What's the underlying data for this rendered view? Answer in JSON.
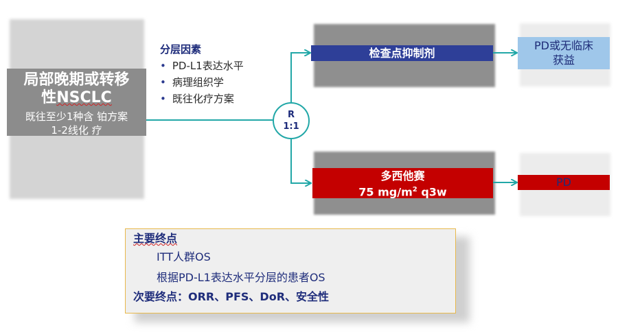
{
  "population": {
    "title_line1": "局部晚期或转移",
    "title_line2_prefix": "性",
    "title_line2_underlined": "NSCLC",
    "sub_line1": "既往至少1种含 铂方案",
    "sub_line2": "1-2线化 疗"
  },
  "stratification": {
    "title": "分层因素",
    "items": [
      "PD-L1表达水平",
      "病理组织学",
      "既往化疗方案"
    ]
  },
  "randomization": {
    "line1": "R",
    "line2": "1:1"
  },
  "arms": [
    {
      "label_line1": "检查点抑制剂",
      "label_line2": "",
      "color": "#2e3f98"
    },
    {
      "label_line1": "多西他赛",
      "label_line2_prefix": "75 mg/m",
      "label_line2_sup": "2",
      "label_line2_suffix": " q3w",
      "color": "#c40000"
    }
  ],
  "outcomes": [
    {
      "line1": "PD或无临床",
      "line2": "获益",
      "color": "#9fc7ea"
    },
    {
      "line1": "PD",
      "color": "#c40000"
    }
  ],
  "endpoints": {
    "primary_title_underlined": "主要终点",
    "primary_items": [
      "ITT人群OS",
      "根据PD-L1表达水平分层的患者OS"
    ],
    "secondary": "次要终点：ORR、PFS、DoR、安全性"
  },
  "colors": {
    "connector": "#21a7a7",
    "text_dark_blue": "#1f2d7b",
    "box_border": "#e8b84a"
  }
}
